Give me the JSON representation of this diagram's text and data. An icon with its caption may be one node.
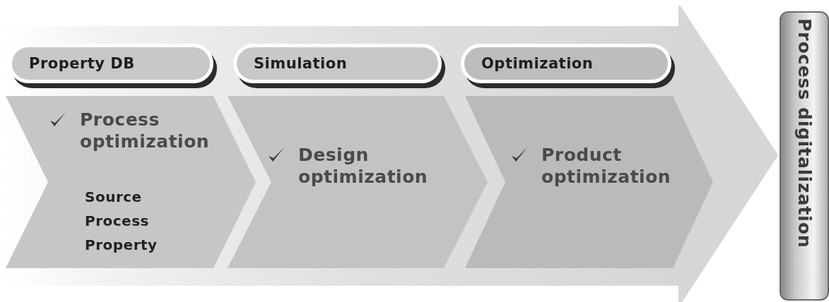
{
  "diagram": {
    "nodes": [
      {
        "text": [],
        "shape": "arrow"
      },
      {
        "text": [
          "Property DB"
        ],
        "in": 0
      },
      {
        "text": [
          "Simulation"
        ],
        "in": 0
      },
      {
        "text": [
          "Optimization"
        ],
        "in": 0
      },
      {
        "text": [
          "Process optimization",
          "Source Process Property"
        ],
        "in": 0
      },
      {
        "text": [
          "Design optimization"
        ],
        "in": 0
      },
      {
        "text": [
          "Product optimization"
        ],
        "in": 0
      },
      {
        "text": [
          "Process digitalization"
        ]
      }
    ]
  }
}
